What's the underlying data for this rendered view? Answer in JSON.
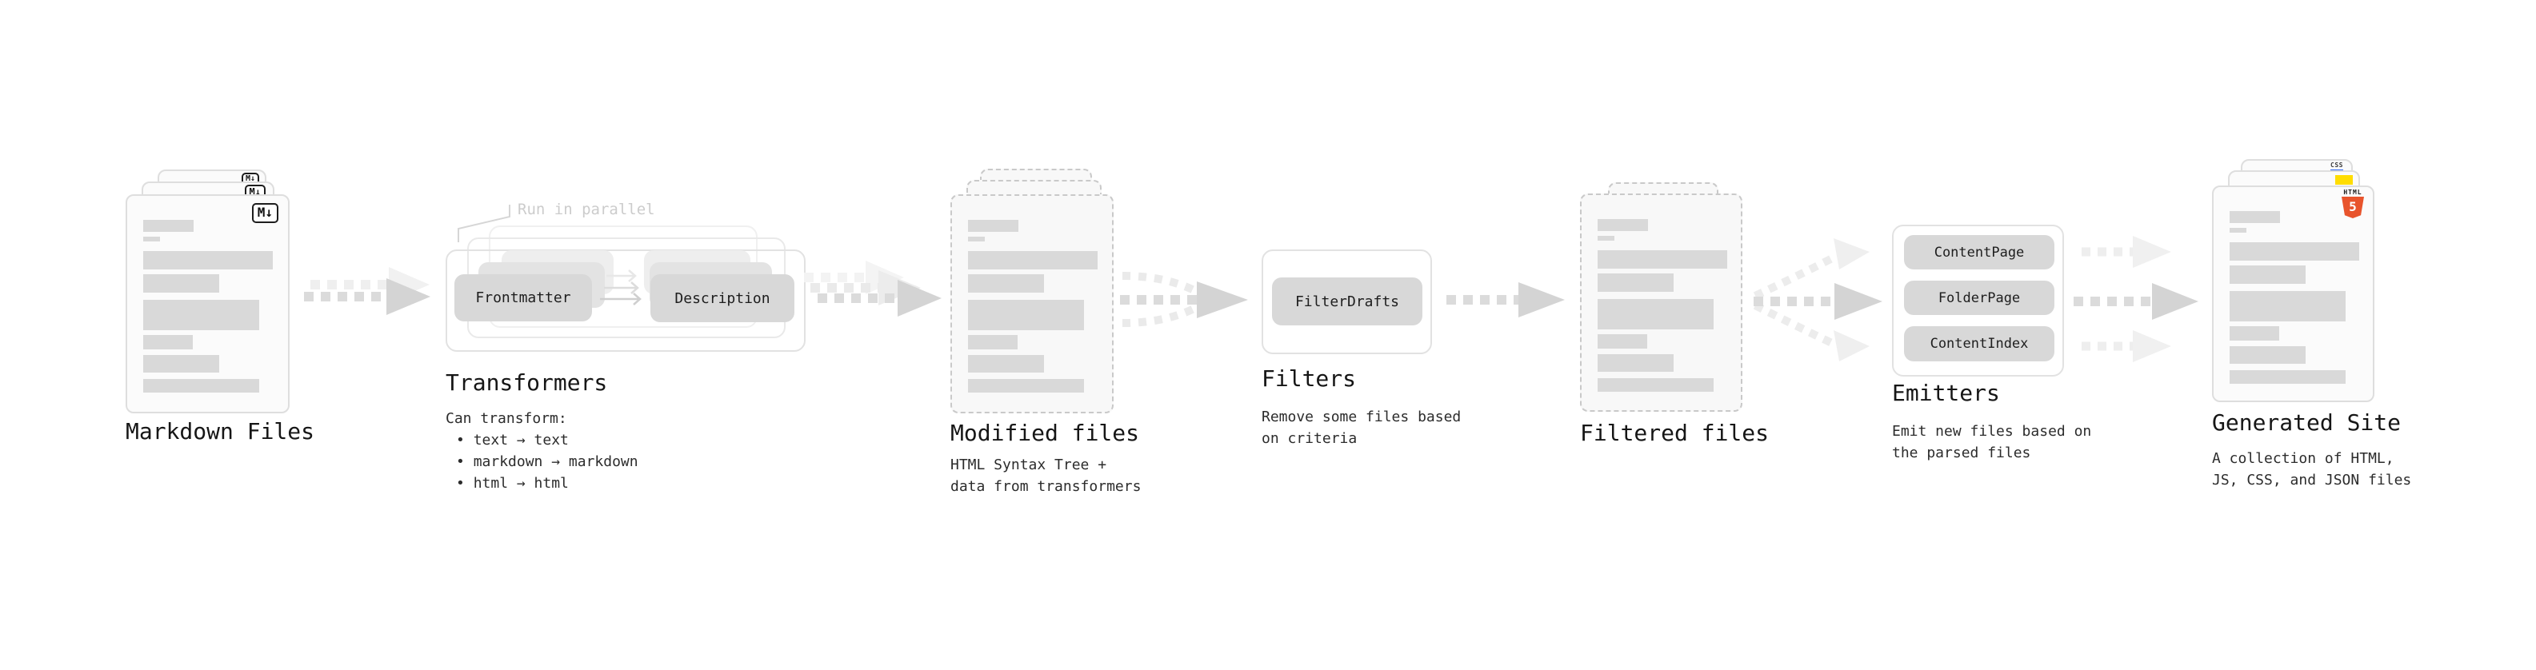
{
  "sections": {
    "markdown_files": {
      "label": "Markdown Files",
      "badge": "M↓"
    },
    "transformers": {
      "label": "Transformers",
      "note": "Run in parallel",
      "button_left": "Frontmatter",
      "button_right": "Description",
      "desc_title": "Can transform:",
      "bullets": [
        "text → text",
        "markdown → markdown",
        "html → html"
      ]
    },
    "modified_files": {
      "label": "Modified files",
      "desc_line1": "HTML Syntax Tree +",
      "desc_line2": "data from transformers"
    },
    "filters": {
      "label": "Filters",
      "button": "FilterDrafts",
      "desc_line1": "Remove some files based",
      "desc_line2": "on criteria"
    },
    "filtered_files": {
      "label": "Filtered files"
    },
    "emitters": {
      "label": "Emitters",
      "buttons": [
        "ContentPage",
        "FolderPage",
        "ContentIndex"
      ],
      "desc_line1": "Emit new files based on",
      "desc_line2": "the parsed files"
    },
    "generated_site": {
      "label": "Generated Site",
      "desc_line1": "A collection of HTML,",
      "desc_line2": "JS, CSS, and JSON files",
      "badge_css": "CSS",
      "badge_html": "HTML",
      "badge_html5": "5"
    }
  },
  "colors": {
    "arrow_dark": "#d4d4d4",
    "arrow_light": "#ededed",
    "js_yellow": "#ffdd00",
    "css_blue": "#2d66f2",
    "html5_orange": "#e8542c"
  }
}
